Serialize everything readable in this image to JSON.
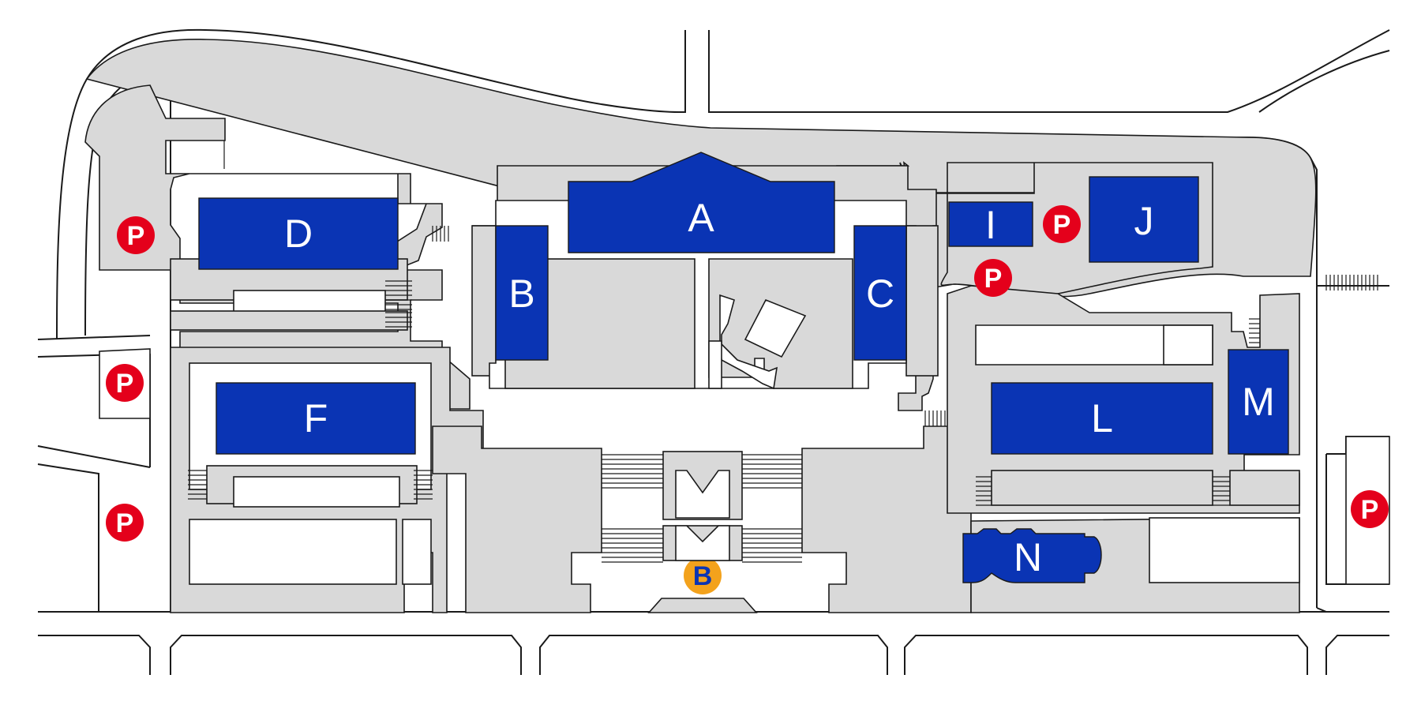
{
  "colors": {
    "building": "#0a34b4",
    "ground": "#d9d9d9",
    "parking": "#e4001b",
    "bus": "#f3a21c",
    "road_line": "#1a1a1a"
  },
  "buildings": {
    "a": "A",
    "b": "B",
    "c": "C",
    "d": "D",
    "f": "F",
    "i": "I",
    "j": "J",
    "l": "L",
    "m": "M",
    "n": "N"
  },
  "markers": {
    "parking": "P",
    "bus": "B"
  }
}
